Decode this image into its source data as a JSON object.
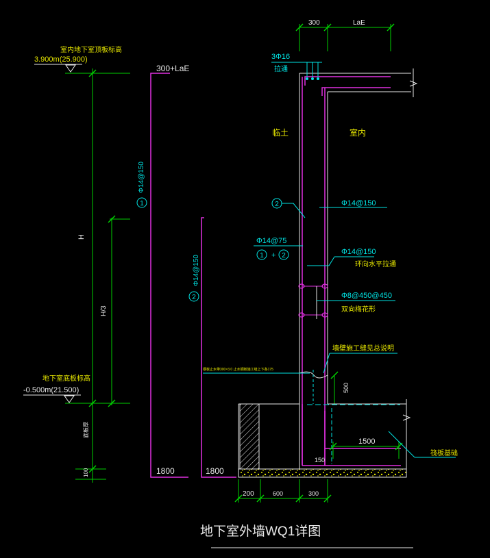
{
  "title": "地下室外墙WQ1详图",
  "top_elevation": {
    "label": "室内地下室顶板标高",
    "value": "3.900m(25.900)"
  },
  "bottom_elevation": {
    "label": "地下室底板标高",
    "value": "-0.500m(21.500)"
  },
  "dims": {
    "top_wall": "300",
    "top_lae": "LaE",
    "height": "H",
    "height_third": "H/3",
    "bar1_top": "300+LaE",
    "bar1_bottom": "1800",
    "bar2_bottom": "1800",
    "bottom_200": "200",
    "bottom_600": "600",
    "bottom_300": "300",
    "footing_1500": "1500",
    "footing_150": "150",
    "waterstop_h": "500",
    "footing_label": "底板厚",
    "footing_100": "100"
  },
  "bars": {
    "bar1_label": "Φ14@150",
    "bar1_num": "1",
    "bar2_label": "Φ14@150",
    "bar2_num": "2"
  },
  "annotations": {
    "top_bars_spec": "3Φ16",
    "top_bars_note": "拉通",
    "soil_side": "临土",
    "indoor_side": "室内",
    "inner_vertical": "Φ14@150",
    "outer_75": "Φ14@75",
    "outer_combo_a": "1",
    "outer_combo_plus": "+",
    "outer_combo_b": "2",
    "horizontal_bars": "Φ14@150",
    "horizontal_note": "环向水平拉通",
    "tie_bars": "Φ8@450@450",
    "tie_note": "双向梅花形",
    "construction_joint": "墙壁施工缝见总说明",
    "waterstop_note": "钢板止水带300×3.0 止水钢板施工缝上下各175",
    "raft_label": "筏板基础",
    "callout_2": "2"
  },
  "colors": {
    "background": "#000000",
    "cyan": "#00e5e5",
    "magenta": "#e030e0",
    "green": "#00d000",
    "white": "#e8e8e8",
    "yellow": "#e5e500"
  }
}
